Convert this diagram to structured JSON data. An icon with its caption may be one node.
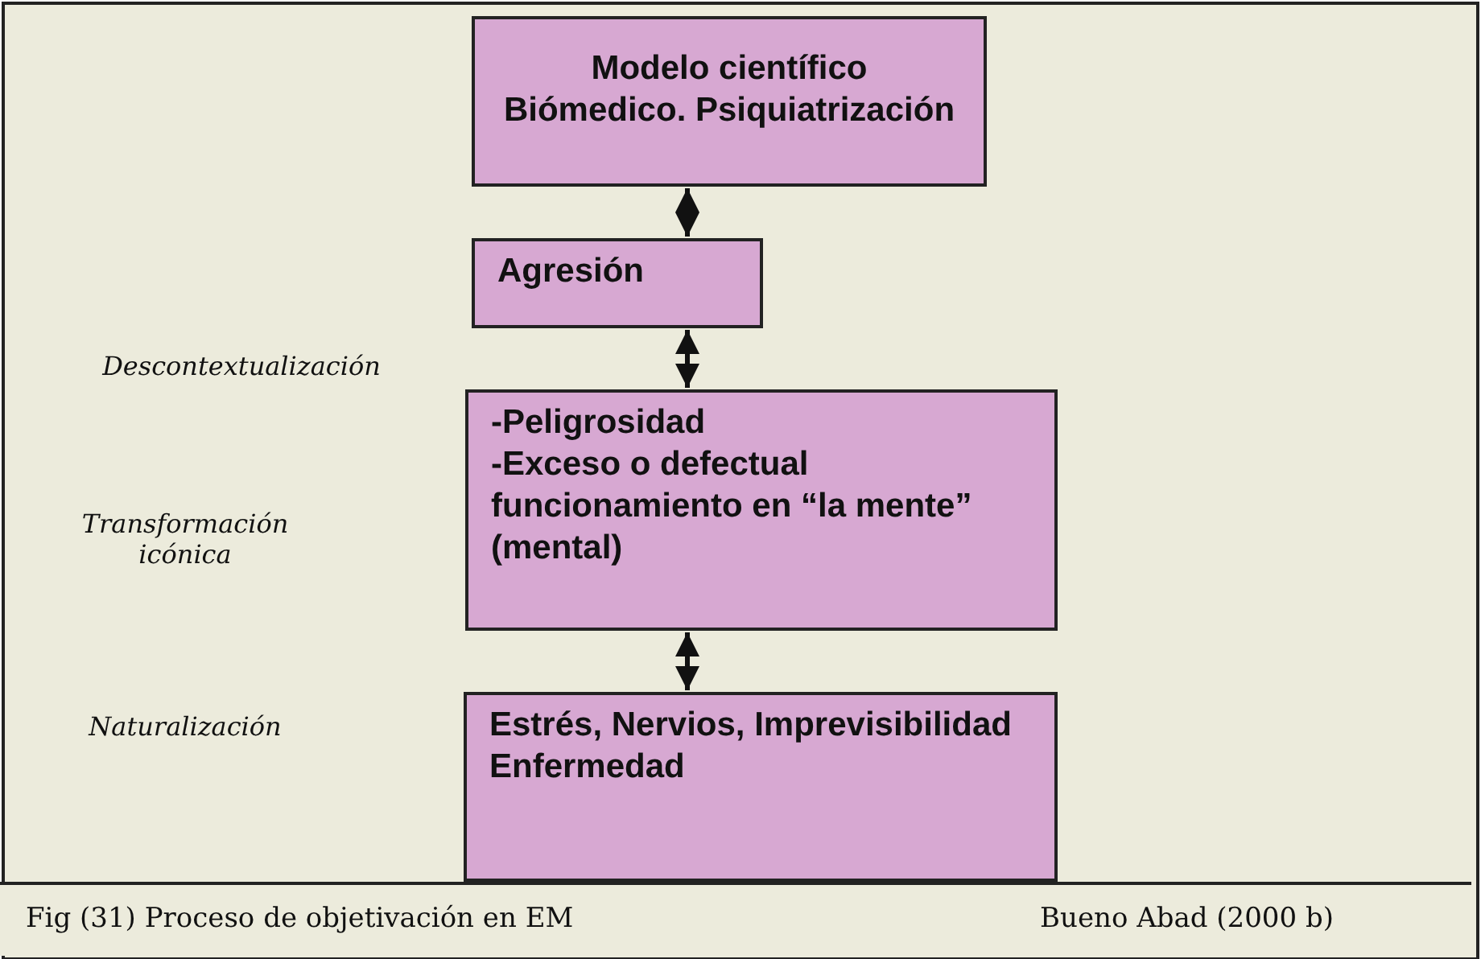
{
  "diagram": {
    "caption": "Fig (31) Proceso de objetivación en EM",
    "nodes": [
      {
        "text": [
          "Modelo científico Biómedico. Psiquiatrización"
        ]
      },
      {
        "text": [
          "Agresión"
        ]
      },
      {
        "text": [
          "-Peligrosidad",
          "-Exceso o defectual funcionamiento en “la mente” (mental)"
        ]
      },
      {
        "text": [
          "Estrés, Nervios, Imprevisibilidad Enfermedad"
        ]
      }
    ],
    "edges": [
      {
        "from": 0,
        "to": 1,
        "arrow": "both"
      },
      {
        "from": 1,
        "to": 2,
        "arrow": "both"
      },
      {
        "from": 2,
        "to": 3,
        "arrow": "both"
      }
    ],
    "labels": [
      "Descontextualización",
      "Transformación icónica",
      "Naturalización",
      "Bueno Abad (2000 b)"
    ]
  }
}
